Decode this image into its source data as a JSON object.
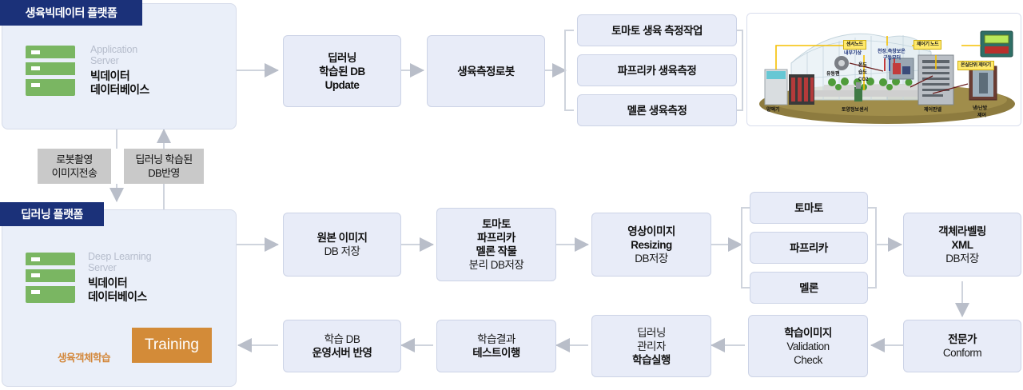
{
  "colors": {
    "panel_bg": "#eaeff9",
    "panel_title_bg": "#1b3179",
    "box_bg": "#e8ecf8",
    "box_border": "#ccd3e6",
    "relay_bg": "#c9c9c9",
    "training_bg": "#d38b38",
    "training_note": "#d3873a",
    "server_green": "#7ab662",
    "arrow_gray": "#b9bec9",
    "dark_connector": "#4a5b66",
    "greenhouse_tag": "#ffe96b"
  },
  "platforms": [
    {
      "title": "생육빅데이터 플랫폼",
      "server_icon": "server-rack-icon",
      "server_sub_line1": "Application",
      "server_sub_line2": "Server",
      "server_main_line1": "빅데이터",
      "server_main_line2": "데이터베이스"
    },
    {
      "title": "딥러닝 플랫폼",
      "server_icon": "server-rack-icon",
      "server_sub_line1": "Deep Learning",
      "server_sub_line2": "Server",
      "server_main_line1": "빅데이터",
      "server_main_line2": "데이터베이스",
      "training_label": "Training",
      "training_note": "생육객체학습"
    }
  ],
  "relays": [
    {
      "line1": "로봇촬영",
      "line2": "이미지전송"
    },
    {
      "line1": "딥러닝 학습된",
      "line2": "DB반영"
    }
  ],
  "top_flow": [
    {
      "lines": [
        {
          "t": "딥러닝",
          "b": true
        },
        {
          "t": "학습된 DB",
          "b": true
        },
        {
          "t": "Update",
          "b": true
        }
      ]
    },
    {
      "lines": [
        {
          "t": "생육측정로봇",
          "b": true
        }
      ]
    }
  ],
  "measure_group": [
    {
      "lines": [
        {
          "t": "토마토 생육 측정작업",
          "b": true
        }
      ]
    },
    {
      "lines": [
        {
          "t": "파프리카 생육측정",
          "b": true
        }
      ]
    },
    {
      "lines": [
        {
          "t": "멜론 생육측정",
          "b": true
        }
      ]
    }
  ],
  "greenhouse": {
    "alt": "greenhouse-sensor-network-illustration",
    "tags": [
      {
        "text": "센서노드"
      },
      {
        "text": "제어기 노드"
      },
      {
        "text": "온실단위 제어기"
      }
    ],
    "labels": [
      {
        "text": "내부기상",
        "color": "#1b3179"
      },
      {
        "text": "천장.측창보온",
        "color": "#1b3179"
      },
      {
        "text": "구동모터",
        "color": "#1b3179"
      },
      {
        "text": "온도",
        "color": "#111111"
      },
      {
        "text": "습도",
        "color": "#111111"
      },
      {
        "text": "CO2",
        "color": "#111111"
      },
      {
        "text": "유동팬",
        "color": "#111111"
      },
      {
        "text": "양액기",
        "color": "#111111"
      },
      {
        "text": "토양정보센서",
        "color": "#111111"
      },
      {
        "text": "제어판넬",
        "color": "#111111"
      },
      {
        "text": "냉/난방",
        "color": "#111111"
      },
      {
        "text": "제어",
        "color": "#111111"
      }
    ]
  },
  "mid_flow": [
    {
      "lines": [
        {
          "t": "원본 이미지",
          "b": true
        },
        {
          "t": "DB 저장",
          "b": false
        }
      ]
    },
    {
      "lines": [
        {
          "t": "토마토",
          "b": true
        },
        {
          "t": "파프리카",
          "b": true
        },
        {
          "t": "멜론 작물",
          "b": true
        },
        {
          "t": "분리 DB저장",
          "b": false
        }
      ]
    },
    {
      "lines": [
        {
          "t": "영상이미지",
          "b": true
        },
        {
          "t": "Resizing",
          "b": true
        },
        {
          "t": "DB저장",
          "b": false
        }
      ]
    }
  ],
  "crop_group": [
    {
      "lines": [
        {
          "t": "토마토",
          "b": true
        }
      ]
    },
    {
      "lines": [
        {
          "t": "파프리카",
          "b": true
        }
      ]
    },
    {
      "lines": [
        {
          "t": "멜론",
          "b": true
        }
      ]
    }
  ],
  "label_box": {
    "lines": [
      {
        "t": "객체라벨링",
        "b": true
      },
      {
        "t": "XML",
        "b": true
      },
      {
        "t": "DB저장",
        "b": false
      }
    ]
  },
  "bottom_flow": [
    {
      "lines": [
        {
          "t": "전문가",
          "b": true
        },
        {
          "t": "Conform",
          "b": false
        }
      ]
    },
    {
      "lines": [
        {
          "t": "학습이미지",
          "b": true
        },
        {
          "t": "Validation",
          "b": false
        },
        {
          "t": "Check",
          "b": false
        }
      ]
    },
    {
      "lines": [
        {
          "t": "딥러닝",
          "b": false
        },
        {
          "t": "관리자",
          "b": false
        },
        {
          "t": "학습실행",
          "b": true
        }
      ]
    },
    {
      "lines": [
        {
          "t": "학습결과",
          "b": false
        },
        {
          "t": "테스트이행",
          "b": true
        }
      ]
    },
    {
      "lines": [
        {
          "t": "학습 DB",
          "b": false
        },
        {
          "t": "운영서버 반영",
          "b": true
        }
      ]
    }
  ]
}
